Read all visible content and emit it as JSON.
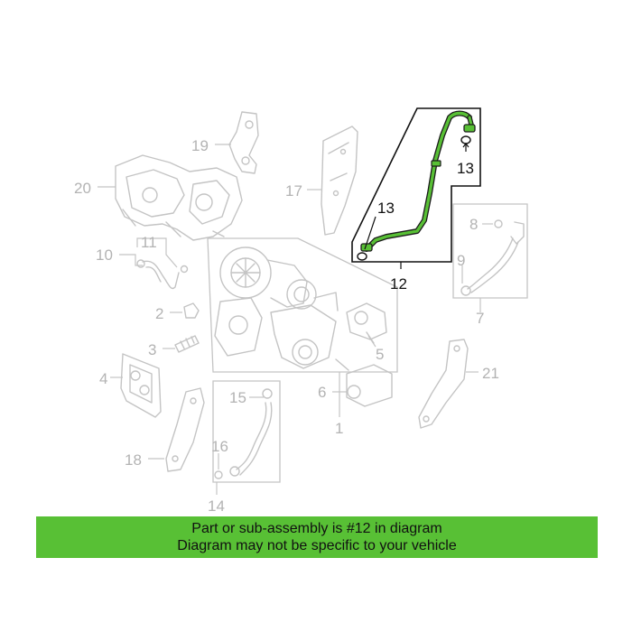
{
  "callouts": {
    "n1": "1",
    "n2": "2",
    "n3": "3",
    "n4": "4",
    "n5": "5",
    "n6": "6",
    "n7": "7",
    "n8": "8",
    "n9": "9",
    "n10": "10",
    "n11": "11",
    "n12": "12",
    "n13a": "13",
    "n13b": "13",
    "n14": "14",
    "n15": "15",
    "n16": "16",
    "n17": "17",
    "n18": "18",
    "n19": "19",
    "n20": "20",
    "n21": "21"
  },
  "highlight_color": "#58c035",
  "banner": {
    "line1": "Part or sub-assembly is #12 in diagram",
    "line2": "Diagram may not be specific to your vehicle"
  }
}
